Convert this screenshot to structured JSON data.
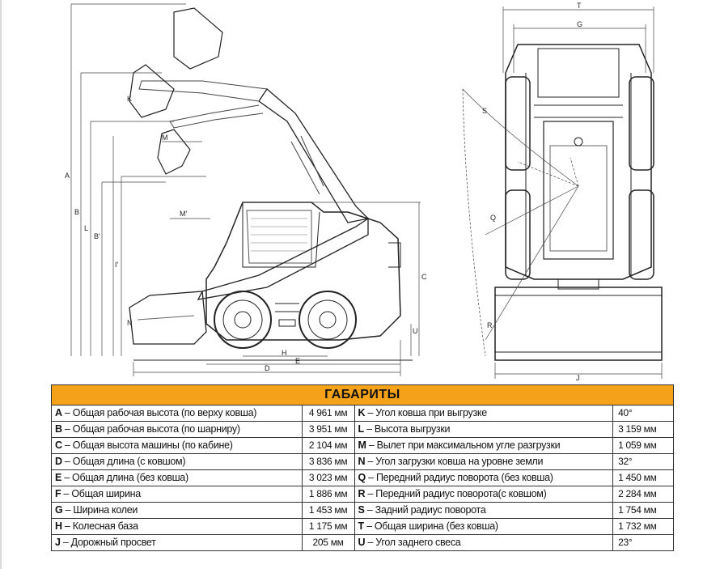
{
  "table": {
    "title": "ГАБАРИТЫ",
    "rows": [
      {
        "lcode": "A",
        "ltext": " – Общая рабочая высота (по верху ковша)",
        "lval": "4 961 мм",
        "rcode": "K",
        "rtext": " – Угол ковша при выгрузке",
        "rval": "40°"
      },
      {
        "lcode": "B",
        "ltext": " – Общая рабочая высота (по шарниру)",
        "lval": "3 951 мм",
        "rcode": "L",
        "rtext": " – Высота выгрузки",
        "rval": "3 159 мм"
      },
      {
        "lcode": "C",
        "ltext": " – Общая высота машины (по кабине)",
        "lval": "2 104 мм",
        "rcode": "M",
        "rtext": " – Вылет при максимальном угле разгрузки",
        "rval": "1 059 мм"
      },
      {
        "lcode": "D",
        "ltext": " – Общая длина (с ковшом)",
        "lval": "3 836 мм",
        "rcode": "N",
        "rtext": " – Угол загрузки ковша на уровне земли",
        "rval": "32°"
      },
      {
        "lcode": "E",
        "ltext": " – Общая длина (без ковша)",
        "lval": "3 023 мм",
        "rcode": "Q",
        "rtext": " – Передний радиус поворота (без ковша)",
        "rval": "1 450 мм"
      },
      {
        "lcode": "F",
        "ltext": " – Общая ширина",
        "lval": "1 886 мм",
        "rcode": "R",
        "rtext": " – Передний радиус поворота(с ковшом)",
        "rval": "2 284 мм"
      },
      {
        "lcode": "G",
        "ltext": " – Ширина колеи",
        "lval": "1 453 мм",
        "rcode": "S",
        "rtext": " – Задний радиус поворота",
        "rval": "1 754 мм"
      },
      {
        "lcode": "H",
        "ltext": " – Колесная база",
        "lval": "1 175 мм",
        "rcode": "T",
        "rtext": " – Общая ширина (без ковша)",
        "rval": "1 732 мм"
      },
      {
        "lcode": "J",
        "ltext": " – Дорожный просвет",
        "lval": "205 мм",
        "rcode": "U",
        "rtext": " – Угол заднего свеса",
        "rval": "23°"
      }
    ]
  },
  "side_view": {
    "dimension_letters": {
      "A": "A",
      "B": "B",
      "B_prime": "B'",
      "C": "C",
      "D": "D",
      "E": "E",
      "H": "H",
      "K": "K",
      "L": "L",
      "I_prime": "I'",
      "M": "M",
      "M_prime": "M'",
      "N": "N",
      "U": "U"
    }
  },
  "front_view": {
    "dimension_letters": {
      "T": "T",
      "G": "G",
      "S": "S",
      "Q": "Q",
      "R": "R",
      "J": "J"
    }
  }
}
